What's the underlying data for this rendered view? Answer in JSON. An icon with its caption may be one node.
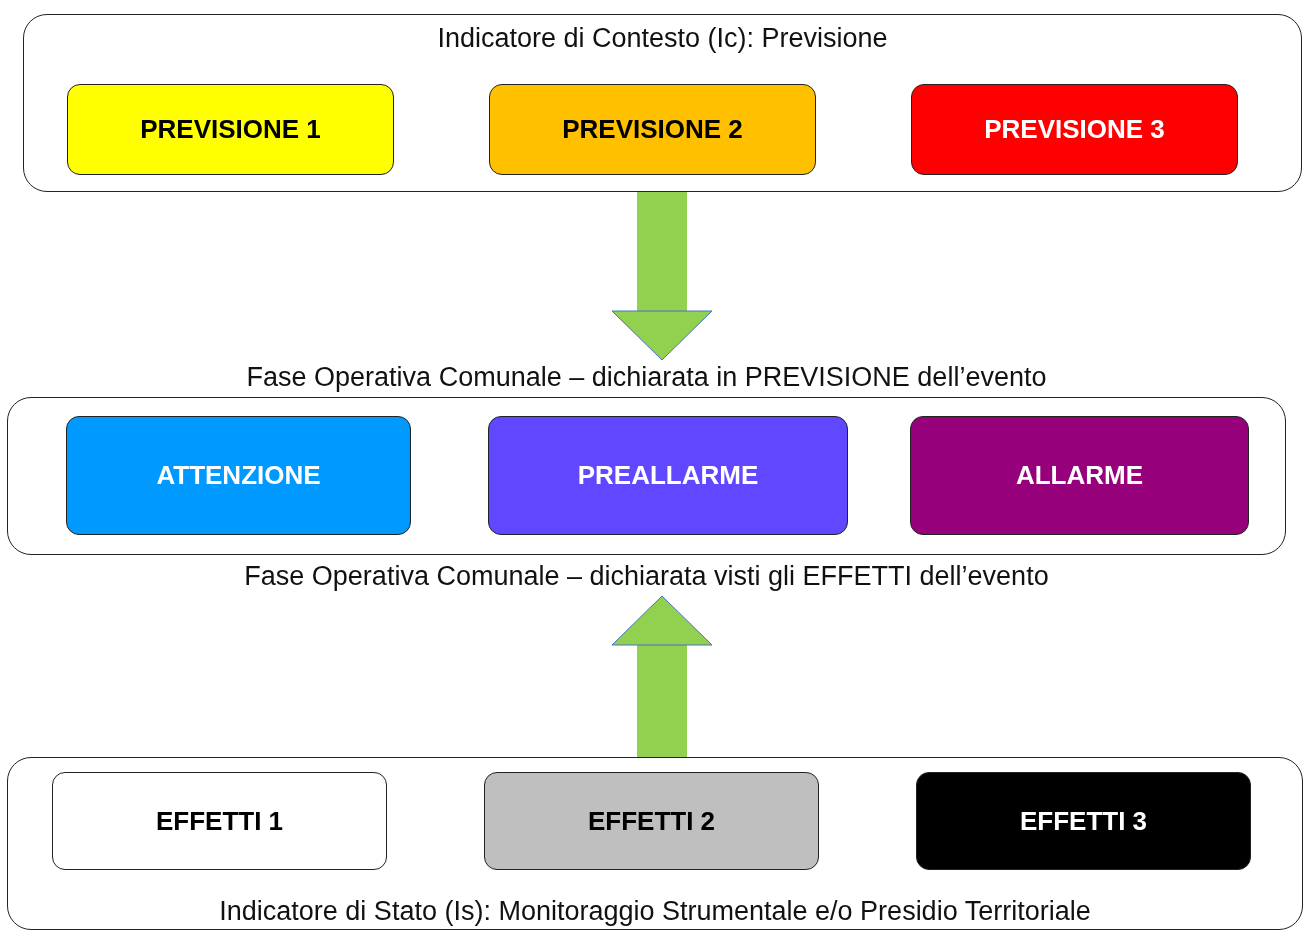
{
  "diagram": {
    "nodes": [
      {
        "text": [
          "Indicatore di Contesto (Ic): Previsione"
        ]
      },
      {
        "text": [
          "PREVISIONE 1"
        ],
        "in": 0
      },
      {
        "text": [
          "PREVISIONE 2"
        ],
        "in": 0
      },
      {
        "text": [
          "PREVISIONE 3"
        ],
        "in": 0
      },
      {
        "text": [
          "Fase Operativa Comunale – dichiarata in PREVISIONE dell’evento",
          "Fase Operativa Comunale – dichiarata visti gli EFFETTI dell’evento"
        ]
      },
      {
        "text": [
          "ATTENZIONE"
        ],
        "in": 4
      },
      {
        "text": [
          "PREALLARME"
        ],
        "in": 4
      },
      {
        "text": [
          "ALLARME"
        ],
        "in": 4
      },
      {
        "text": [
          "Indicatore di Stato (Is): Monitoraggio Strumentale e/o Presidio Territoriale"
        ]
      },
      {
        "text": [
          "EFFETTI 1"
        ],
        "in": 8
      },
      {
        "text": [
          "EFFETTI 2"
        ],
        "in": 8
      },
      {
        "text": [
          "EFFETTI 3"
        ],
        "in": 8
      }
    ],
    "edges": [
      {
        "from": 0,
        "to": 4,
        "arrow": "to"
      },
      {
        "from": 8,
        "to": 4,
        "arrow": "to"
      }
    ]
  }
}
